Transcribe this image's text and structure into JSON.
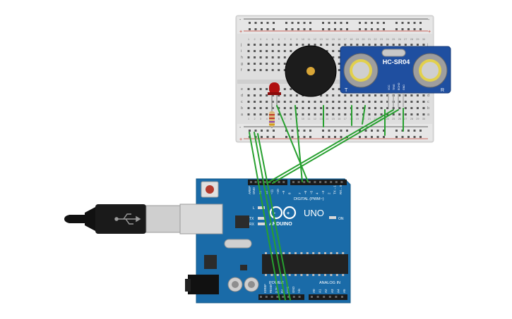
{
  "arduino": {
    "brand": "ARDUINO",
    "model": "UNO",
    "digital_label": "DIGITAL (PWM~)",
    "power_label": "POWER",
    "analog_label": "ANALOG IN",
    "on_label": "ON",
    "led_l": "L",
    "led_tx": "TX",
    "led_rx": "RX",
    "aref": "AREF",
    "gnd": "GND",
    "digital_pins": [
      "13",
      "12",
      "~11",
      "~10",
      "~9",
      "8",
      "7",
      "~6",
      "~5",
      "4",
      "~3",
      "2",
      "TX→1",
      "RX←0"
    ],
    "power_pins": [
      "IOREF",
      "RESET",
      "3.3V",
      "5V",
      "GND",
      "GND",
      "Vin"
    ],
    "analog_pins": [
      "A0",
      "A1",
      "A2",
      "A3",
      "A4",
      "A5"
    ]
  },
  "sensor": {
    "name": "HC-SR04",
    "left_letter": "T",
    "right_letter": "R",
    "pins": [
      "VCC",
      "TRIG",
      "ECHO",
      "GND"
    ]
  },
  "breadboard": {
    "row_letters_top": [
      "j",
      "i",
      "h",
      "g",
      "f"
    ],
    "row_letters_bottom": [
      "e",
      "d",
      "c",
      "b",
      "a"
    ],
    "column_numbers": [
      "1",
      "2",
      "3",
      "4",
      "5",
      "6",
      "7",
      "8",
      "9",
      "10",
      "11",
      "12",
      "13",
      "14",
      "15",
      "16",
      "17",
      "18",
      "19",
      "20",
      "21",
      "22",
      "23",
      "24",
      "25",
      "26",
      "27",
      "28",
      "29",
      "30"
    ]
  },
  "colors": {
    "board": "#1a6ba8",
    "wire": "#27a02f",
    "sensor": "#1f4fa0",
    "breadboard": "#e2e2e2",
    "led": "#b01010"
  },
  "icons": {
    "usb_symbol": "usb-icon"
  }
}
